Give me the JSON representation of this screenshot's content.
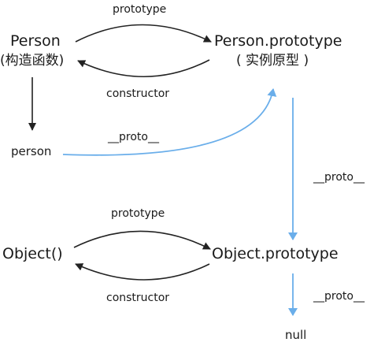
{
  "nodes": {
    "person_ctor": {
      "name": "Person",
      "subtitle": "(构造函数)"
    },
    "person_proto": {
      "name": "Person.prototype",
      "subtitle": "( 实例原型 )"
    },
    "person_instance": {
      "name": "person"
    },
    "object_ctor": {
      "name": "Object()"
    },
    "object_proto": {
      "name": "Object.prototype"
    },
    "null_node": {
      "name": "null"
    }
  },
  "edges": {
    "person_prototype": "prototype",
    "person_constructor": "constructor",
    "person_instance_proto": "__proto__",
    "person_proto_proto": "__proto__",
    "object_prototype": "prototype",
    "object_constructor": "constructor",
    "object_proto_proto": "__proto__"
  },
  "colors": {
    "black_arrow": "#222222",
    "blue_arrow": "#6aaeea",
    "text": "#1a1a1a"
  }
}
